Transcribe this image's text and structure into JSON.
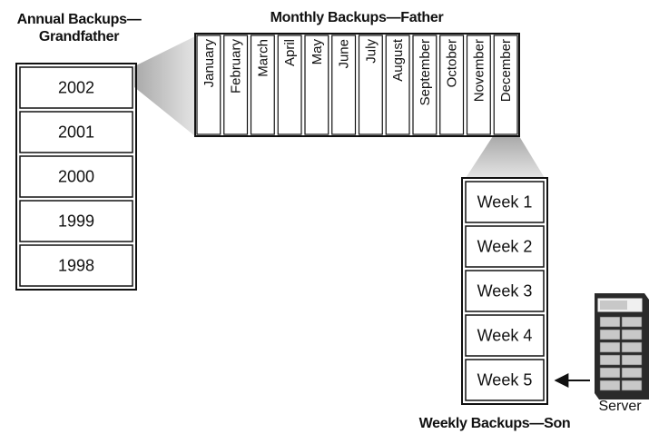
{
  "annual": {
    "title_line1": "Annual Backups—",
    "title_line2": "Grandfather",
    "years": [
      "2002",
      "2001",
      "2000",
      "1999",
      "1998"
    ]
  },
  "monthly": {
    "title": "Monthly Backups—Father",
    "months": [
      "January",
      "February",
      "March",
      "April",
      "May",
      "June",
      "July",
      "August",
      "September",
      "October",
      "November",
      "December"
    ]
  },
  "weekly": {
    "title": "Weekly Backups—Son",
    "weeks": [
      "Week 1",
      "Week 2",
      "Week 3",
      "Week 4",
      "Week 5"
    ]
  },
  "server": {
    "label": "Server",
    "icon": "server-rack-icon"
  },
  "colors": {
    "stroke": "#111111",
    "funnel_light": "#e4e4e4",
    "funnel_dark": "#a9a9a9",
    "server_body": "#2a2a2a",
    "server_panel": "#c8c8c8"
  }
}
